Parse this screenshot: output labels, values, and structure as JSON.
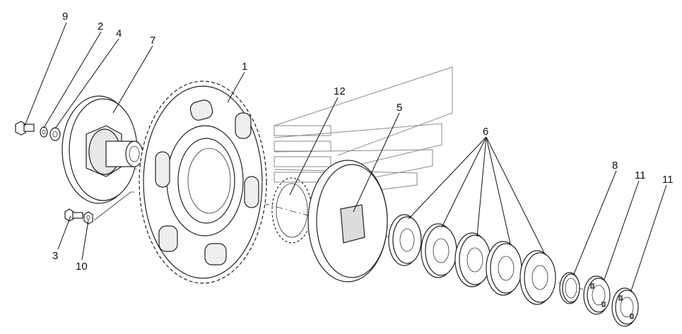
{
  "labels": {
    "l9": "9",
    "l2": "2",
    "l4": "4",
    "l7": "7",
    "l1": "1",
    "l12": "12",
    "l5": "5",
    "l6": "6",
    "l8": "8",
    "l11a": "11",
    "l11b": "11",
    "l3": "3",
    "l10": "10"
  },
  "colors": {
    "line": "#222222",
    "fill": "#ffffff",
    "shade": "#dcdcdc",
    "watermark": "#8a8a8a"
  }
}
